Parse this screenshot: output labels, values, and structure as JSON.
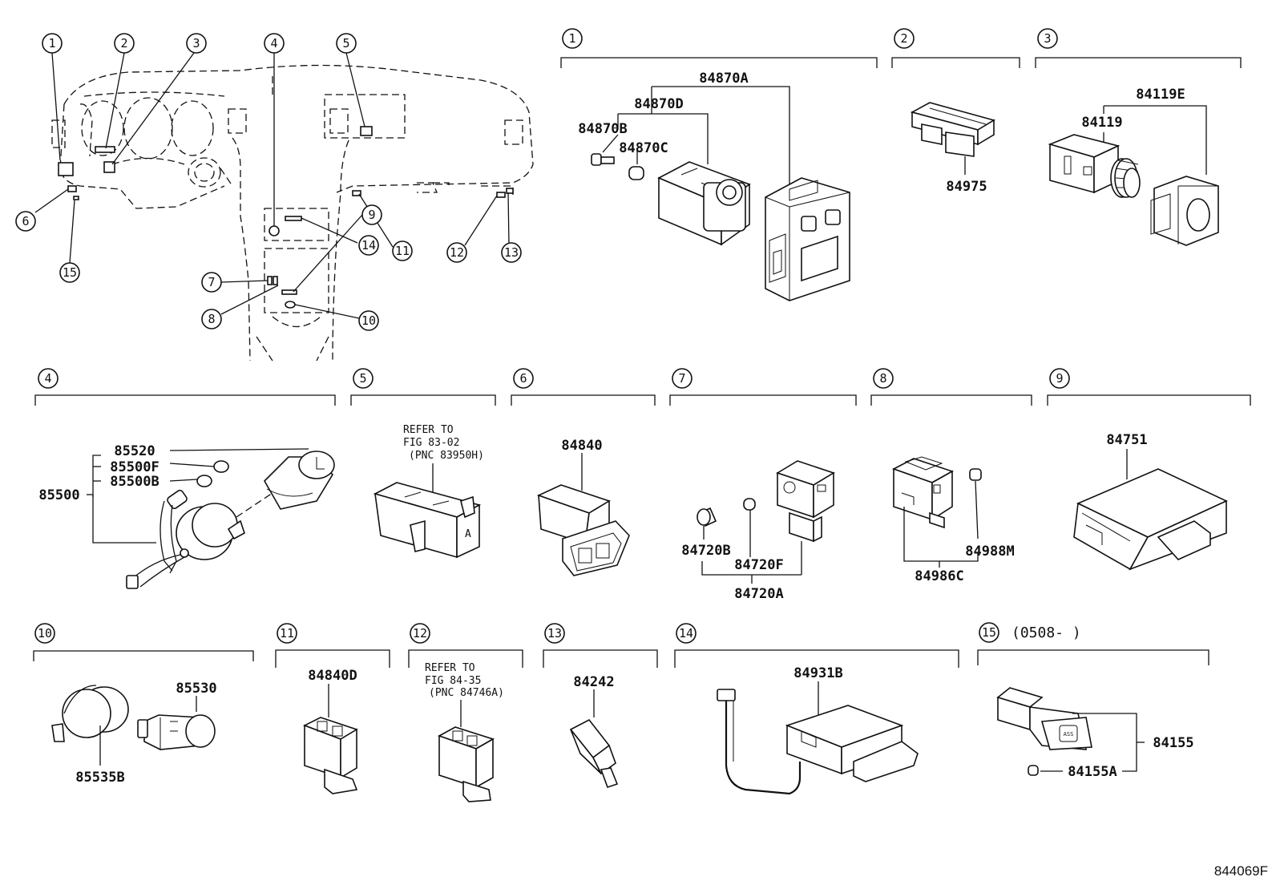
{
  "callouts": [
    "1",
    "2",
    "3",
    "4",
    "5",
    "6",
    "7",
    "8",
    "9",
    "10",
    "11",
    "12",
    "13",
    "14",
    "15"
  ],
  "sections": {
    "s1": {
      "parts": {
        "p84870A": "84870A",
        "p84870D": "84870D",
        "p84870B": "84870B",
        "p84870C": "84870C"
      }
    },
    "s2": {
      "parts": {
        "p84975": "84975"
      }
    },
    "s3": {
      "parts": {
        "p84119E": "84119E",
        "p84119": "84119"
      }
    },
    "s4": {
      "parts": {
        "p85520": "85520",
        "p85500F": "85500F",
        "p85500B": "85500B",
        "p85500": "85500"
      }
    },
    "s5": {
      "note": [
        "REFER TO",
        "FIG 83-02",
        "(PNC 83950H)"
      ]
    },
    "s6": {
      "parts": {
        "p84840": "84840"
      }
    },
    "s7": {
      "parts": {
        "p84720B": "84720B",
        "p84720F": "84720F",
        "p84720A": "84720A"
      }
    },
    "s8": {
      "parts": {
        "p84988M": "84988M",
        "p84986C": "84986C"
      }
    },
    "s9": {
      "parts": {
        "p84751": "84751"
      }
    },
    "s10": {
      "parts": {
        "p85530": "85530",
        "p85535B": "85535B"
      }
    },
    "s11": {
      "parts": {
        "p84840D": "84840D"
      }
    },
    "s12": {
      "note": [
        "REFER TO",
        "FIG 84-35",
        "(PNC 84746A)"
      ]
    },
    "s13": {
      "parts": {
        "p84242": "84242"
      }
    },
    "s14": {
      "parts": {
        "p84931B": "84931B"
      }
    },
    "s15": {
      "date_range": "(0508-     )",
      "parts": {
        "p84155": "84155",
        "p84155A": "84155A"
      }
    }
  },
  "figure_id": "844069F"
}
